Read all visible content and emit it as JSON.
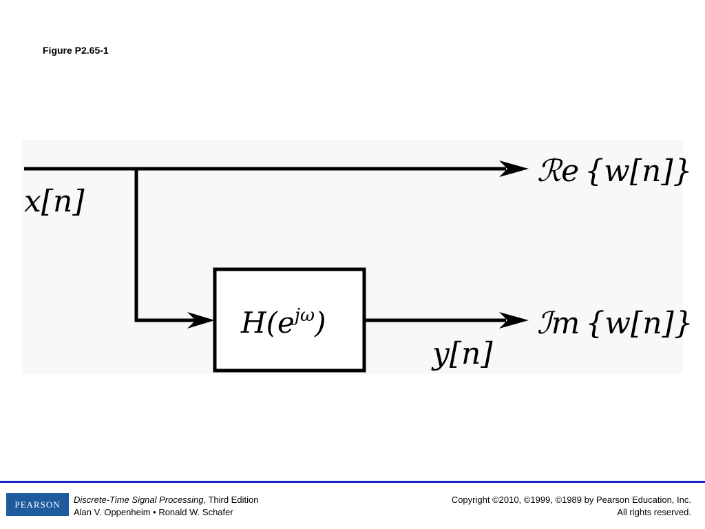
{
  "figure": {
    "title": "Figure P2.65-1"
  },
  "diagram": {
    "input_label": "x[n]",
    "block_label": "H(e^{jω})",
    "block_text_main": "H(e",
    "block_text_sup": "jω",
    "block_text_close": ")",
    "intermediate_label": "y[n]",
    "output_real_label": "Re{w[n]}",
    "output_real_prefix": "ℛe",
    "output_real_arg": "{w[n]}",
    "output_imag_label": "Im{w[n]}",
    "output_imag_prefix": "ℐm",
    "output_imag_arg": "{w[n]}"
  },
  "footer": {
    "logo_text": "PEARSON",
    "book_title": "Discrete-Time Signal Processing",
    "edition": ", Third Edition",
    "authors": "Alan V. Oppenheim • Ronald W. Schafer",
    "copyright": "Copyright ©2010, ©1999, ©1989 by Pearson Education, Inc.",
    "rights": "All rights reserved."
  },
  "colors": {
    "footer_rule": "#1d22c9",
    "logo_background": "#1d5a9e"
  }
}
